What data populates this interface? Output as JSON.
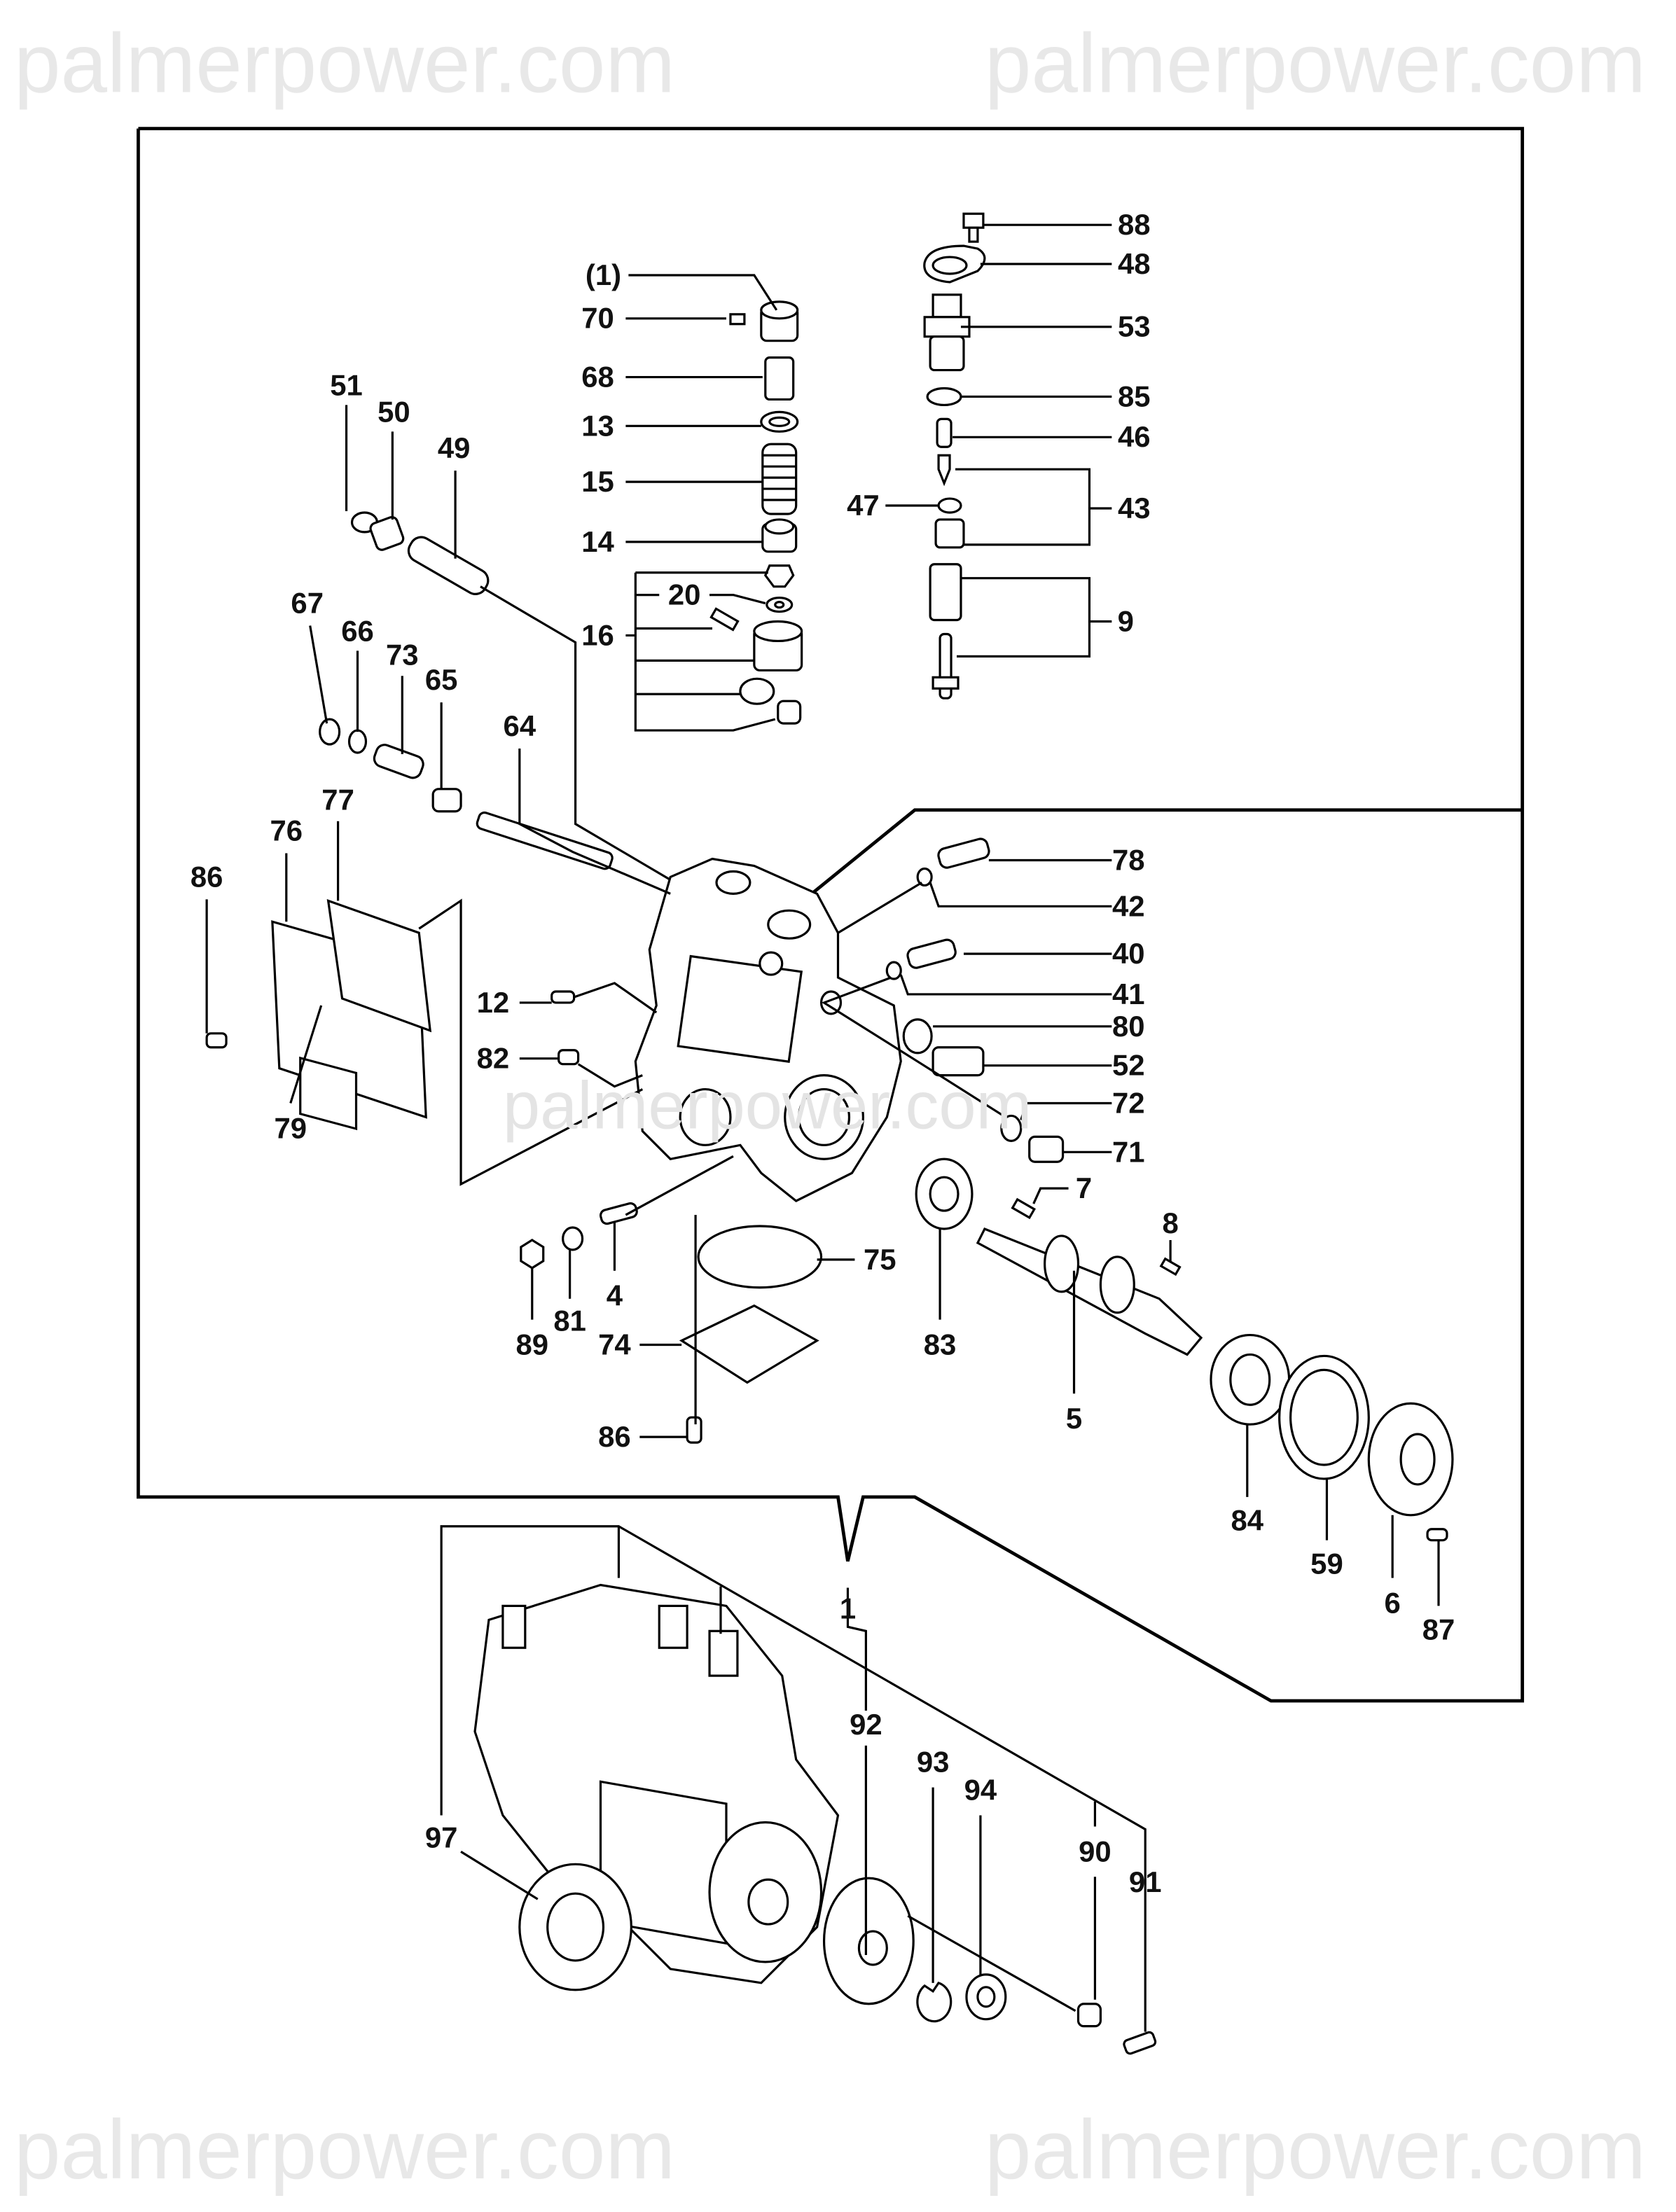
{
  "watermark": "palmerpower.com",
  "callouts": {
    "c1p": "(1)",
    "c70": "70",
    "c68": "68",
    "c13": "13",
    "c15": "15",
    "c14": "14",
    "c20": "20",
    "c16": "16",
    "c88": "88",
    "c48": "48",
    "c53": "53",
    "c85": "85",
    "c46": "46",
    "c47": "47",
    "c43": "43",
    "c9": "9",
    "c51": "51",
    "c50": "50",
    "c49": "49",
    "c67": "67",
    "c66": "66",
    "c73": "73",
    "c65": "65",
    "c64": "64",
    "c77": "77",
    "c76": "76",
    "c86a": "86",
    "c79": "79",
    "c12": "12",
    "c82": "82",
    "c78": "78",
    "c42": "42",
    "c40": "40",
    "c41": "41",
    "c80": "80",
    "c52": "52",
    "c72": "72",
    "c71": "71",
    "c7": "7",
    "c8": "8",
    "c75": "75",
    "c4": "4",
    "c89": "89",
    "c81": "81",
    "c74": "74",
    "c83": "83",
    "c5": "5",
    "c86b": "86",
    "c84": "84",
    "c59": "59",
    "c6": "6",
    "c87": "87",
    "c1": "1",
    "c92": "92",
    "c93": "93",
    "c94": "94",
    "c90": "90",
    "c91": "91",
    "c97": "97"
  }
}
